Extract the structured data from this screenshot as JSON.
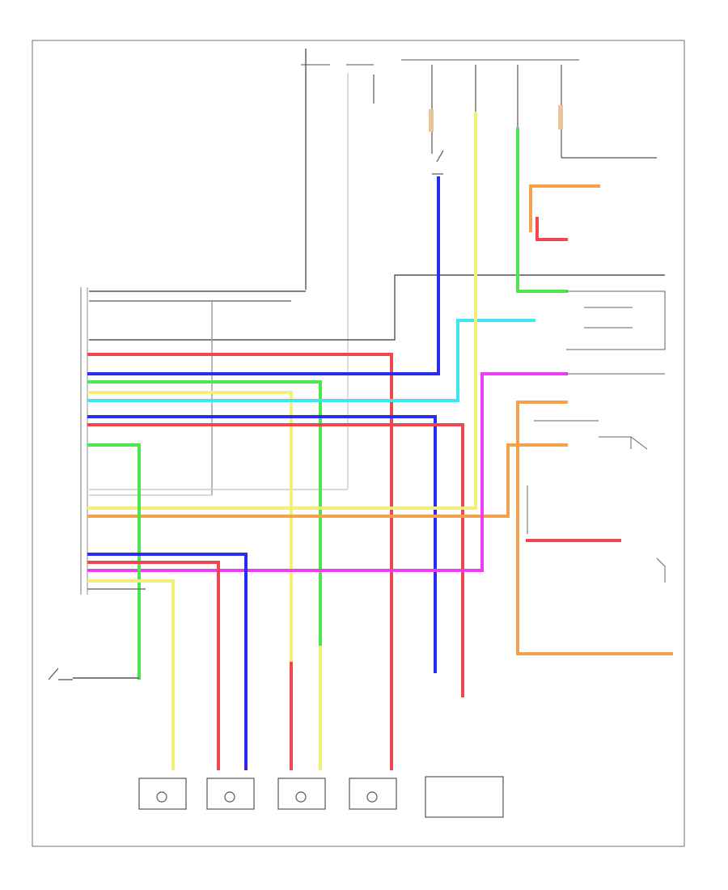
{
  "diagram": {
    "footer_code": ""
  },
  "colors": {
    "blue": "#2c2cf0",
    "red": "#f0474f",
    "green": "#4ee64e",
    "yellow": "#f3f07a",
    "cyan": "#3fe6f0",
    "pink": "#f03cf0",
    "orange": "#f3a14a",
    "frame": "#8a8a8a",
    "black_wire": "#555555"
  },
  "components": [
    {
      "id": "ecu",
      "icon": "connector-block-icon"
    },
    {
      "id": "rr-door-lock",
      "icon": "motor-actuator-icon"
    },
    {
      "id": "rr-door-unlock",
      "icon": "motor-actuator-icon"
    },
    {
      "id": "lr-door-lock",
      "icon": "motor-actuator-icon"
    },
    {
      "id": "lr-door-unlock",
      "icon": "motor-actuator-icon"
    },
    {
      "id": "door-lock-control-switch",
      "icon": "switch-block-icon"
    },
    {
      "id": "sensor-switch",
      "icon": "switch-icon"
    },
    {
      "id": "rear-door-switch",
      "icon": "switch-icon"
    }
  ]
}
